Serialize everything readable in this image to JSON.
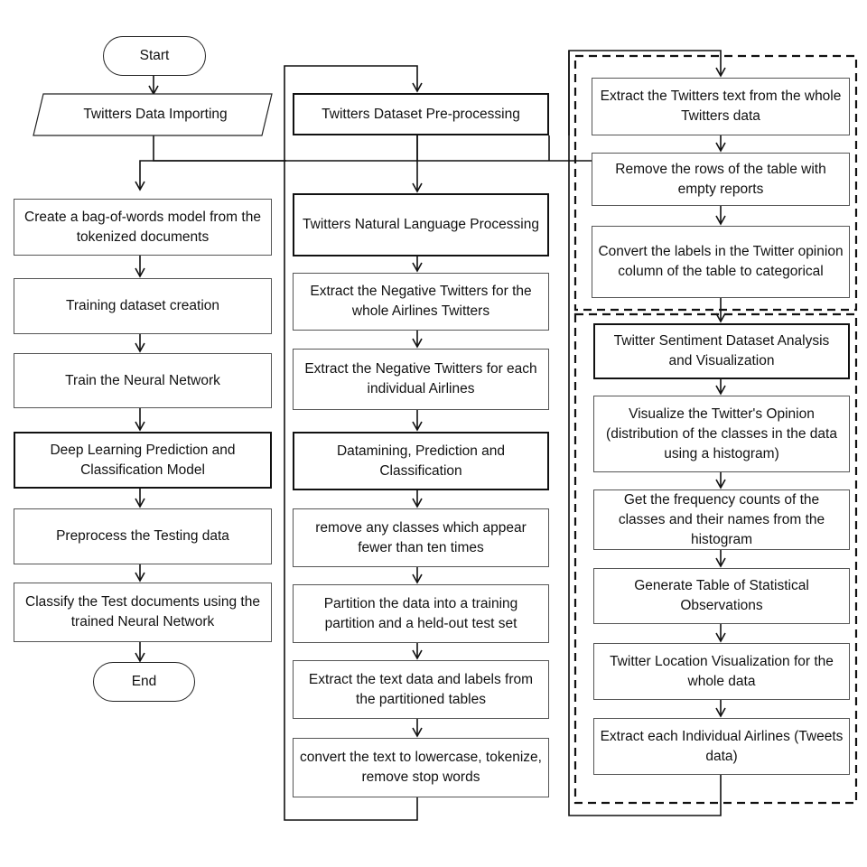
{
  "flow": {
    "start": "Start",
    "end": "End",
    "col1": {
      "importing": "Twitters  Data Importing",
      "bow": "Create a bag-of-words model from the tokenized documents",
      "training_creation": "Training dataset creation",
      "train_nn": "Train the Neural Network",
      "dl_model": "Deep Learning Prediction and Classification Model",
      "preprocess_test": "Preprocess the Testing data",
      "classify_test": "Classify the Test documents using the trained Neural Network"
    },
    "col2": {
      "preprocessing": "Twitters Dataset Pre-processing",
      "nlp": "Twitters Natural Language Processing",
      "extract_neg_whole": "Extract the Negative Twitters for the whole Airlines Twitters",
      "extract_neg_each": "Extract the Negative Twitters for each individual Airlines",
      "datamining": "Datamining, Prediction and Classification",
      "remove_classes": "remove any classes which appear fewer than ten times",
      "partition": "Partition the data into a training partition and a held-out test set",
      "extract_text_labels": "Extract the text data and labels from the partitioned tables",
      "convert_lower": "convert the text to lowercase, tokenize, remove stop words"
    },
    "col3": {
      "extract_text": "Extract the Twitters text from the whole Twitters data",
      "remove_rows": "Remove the rows of the table with empty reports",
      "convert_labels": "Convert the labels in the Twitter opinion column of the table to categorical",
      "sentiment": "Twitter Sentiment Dataset Analysis and Visualization",
      "visualize_opinion": "Visualize the Twitter's Opinion (distribution of the classes in the data using a histogram)",
      "freq_counts": "Get the frequency counts of the classes and their names from the histogram",
      "stat_table": "Generate Table of Statistical Observations",
      "location_vis": "Twitter Location Visualization for the whole data",
      "extract_airlines": "Extract each Individual Airlines (Tweets data)"
    }
  }
}
